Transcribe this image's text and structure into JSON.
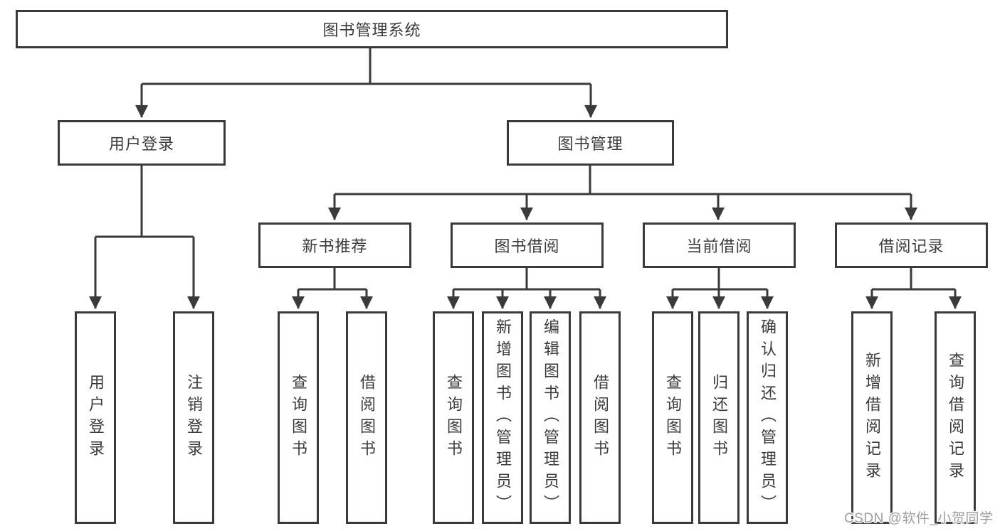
{
  "diagram": {
    "title": "图书管理系统",
    "branches": [
      {
        "label": "用户登录",
        "children": [
          {
            "label": "用户登录"
          },
          {
            "label": "注销登录"
          }
        ]
      },
      {
        "label": "图书管理",
        "modules": [
          {
            "label": "新书推荐",
            "children": [
              {
                "label": "查询图书"
              },
              {
                "label": "借阅图书"
              }
            ]
          },
          {
            "label": "图书借阅",
            "children": [
              {
                "label": "查询图书"
              },
              {
                "label": "新增图书（管理员）"
              },
              {
                "label": "编辑图书（管理员）"
              },
              {
                "label": "借阅图书"
              }
            ]
          },
          {
            "label": "当前借阅",
            "children": [
              {
                "label": "查询图书"
              },
              {
                "label": "归还图书"
              },
              {
                "label": "确认归还（管理员）"
              }
            ]
          },
          {
            "label": "借阅记录",
            "children": [
              {
                "label": "新增借阅记录"
              },
              {
                "label": "查询借阅记录"
              }
            ]
          }
        ]
      }
    ]
  },
  "watermark": "CSDN @软件_小贺同学",
  "colors": {
    "line": "#3a3a3a",
    "text": "#3b3b3b",
    "box_background": "#ffffff",
    "watermark_text": "#9e9e9e"
  }
}
